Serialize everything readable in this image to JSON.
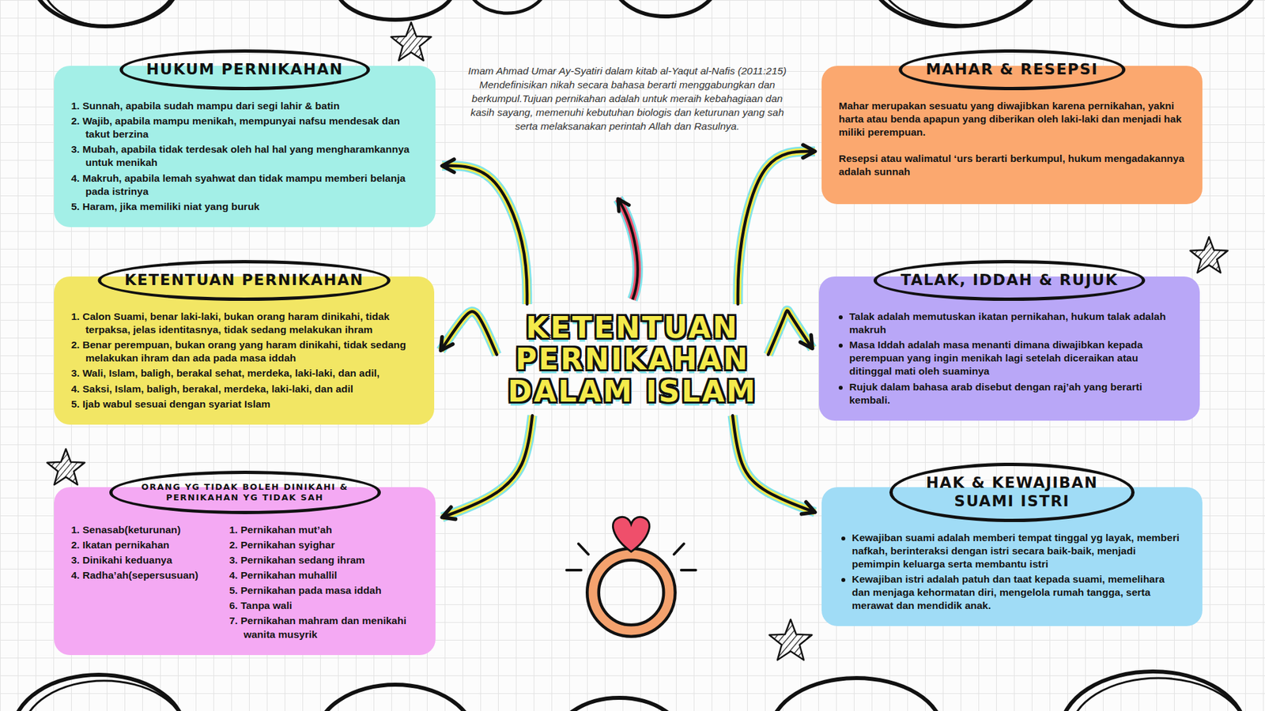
{
  "diagram": {
    "nodes": [
      {
        "text": [
          "HUKUM PERNIKAHAN",
          "1. Sunnah, apabila sudah mampu dari segi lahir & batin",
          "2. Wajib, apabila mampu menikah, mempunyai nafsu mendesak dan takut berzina",
          "3. Mubah, apabila tidak terdesak oleh hal hal yang mengharamkannya untuk menikah",
          "4. Makruh, apabila lemah syahwat dan tidak mampu memberi belanja pada istrinya",
          "5. Haram, jika memiliki niat yang buruk"
        ]
      },
      {
        "text": [
          "MAHAR & RESEPSI",
          "Mahar merupakan sesuatu yang diwajibkan karena pernikahan, yakni harta atau benda apapun yang diberikan oleh laki-laki dan menjadi hak miliki perempuan.",
          "Resepsi atau walimatul ‘urs berarti berkumpul, hukum mengadakannya adalah sunnah"
        ]
      },
      {
        "text": [
          "KETENTUAN PERNIKAHAN",
          "1. Calon Suami, benar laki-laki, bukan orang haram dinikahi, tidak terpaksa, jelas identitasnya, tidak sedang melakukan ihram",
          "2. Benar perempuan, bukan orang yang haram dinikahi, tidak sedang melakukan ihram dan ada pada masa iddah",
          "3. Wali, Islam, baligh, berakal sehat, merdeka, laki-laki, dan adil,",
          "4. Saksi, Islam, baligh, berakal, merdeka, laki-laki, dan adil",
          "5. Ijab wabul sesuai dengan syariat Islam"
        ]
      },
      {
        "text": [
          "KETENTUAN PERNIKAHAN DALAM ISLAM"
        ]
      },
      {
        "text": [
          "TALAK, IDDAH & RUJUK",
          "Talak adalah memutuskan ikatan pernikahan, hukum talak adalah makruh",
          "Masa Iddah adalah masa menanti dimana diwajibkan kepada perempuan yang ingin menikah lagi setelah diceraikan atau ditinggal mati oleh suaminya",
          "Rujuk dalam bahasa arab disebut dengan raj’ah yang berarti kembali."
        ]
      },
      {
        "text": [
          "ORANG YG TIDAK BOLEH DINIKAHI & PERNIKAHAN YG TIDAK SAH",
          "1. Senasab(keturunan)",
          "2. Ikatan pernikahan",
          "3. Dinikahi keduanya",
          "4. Radha’ah(sepersusuan)",
          "1. Pernikahan mut’ah",
          "2. Pernikahan syighar",
          "3. Pernikahan sedang ihram",
          "4. Pernikahan muhallil",
          "5. Pernikahan pada masa iddah",
          "6. Tanpa wali",
          "7. Pernikahan mahram dan menikahi wanita musyrik"
        ]
      },
      {
        "text": [
          "HAK & KEWAJIBAN SUAMI ISTRI",
          "Kewajiban suami adalah memberi tempat tinggal yg layak, memberi nafkah, berinteraksi dengan istri secara baik-baik, menjadi pemimpin keluarga serta membantu istri",
          "Kewajiban istri adalah patuh dan taat kepada suami, memelihara dan menjaga kehormatan diri, mengelola rumah tangga, serta merawat dan mendidik anak."
        ]
      }
    ],
    "edges": [
      {
        "from": 3,
        "to": 0,
        "arrow": "to"
      },
      {
        "from": 3,
        "to": 1,
        "arrow": "to"
      },
      {
        "from": 3,
        "to": 2,
        "arrow": "to"
      },
      {
        "from": 3,
        "to": 4,
        "arrow": "to"
      },
      {
        "from": 3,
        "to": 5,
        "arrow": "to"
      },
      {
        "from": 3,
        "to": 6,
        "arrow": "to"
      }
    ],
    "labels": [
      "Imam Ahmad Umar Ay-Syatiri dalam kitab al-Yaqut al-Nafis (2011:215) Mendefinisikan nikah secara bahasa berarti menggabungkan dan berkumpul.Tujuan pernikahan adalah untuk meraih kebahagiaan dan kasih sayang, memenuhi kebutuhan biologis dan keturunan yang sah serta melaksanakan perintah Allah dan Rasulnya."
    ]
  }
}
